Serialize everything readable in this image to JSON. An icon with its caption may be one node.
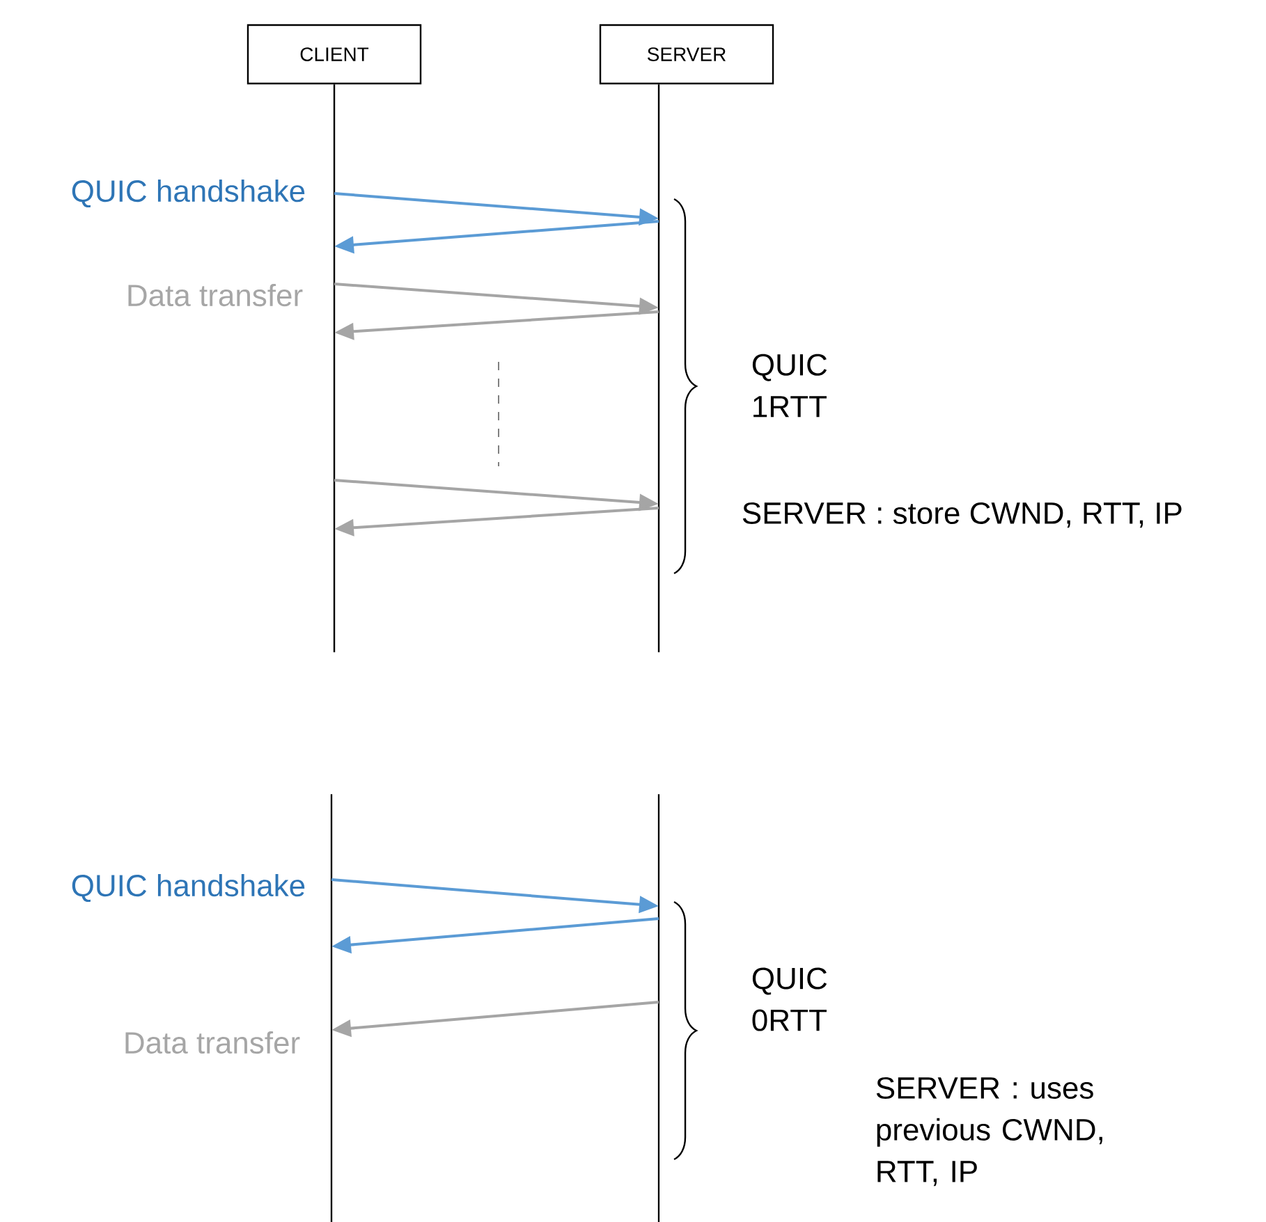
{
  "diagram": {
    "nodes": [
      {
        "text": [
          "CLIENT"
        ]
      },
      {
        "text": [
          "SERVER"
        ]
      },
      {
        "text": [],
        "shape": "lifeline"
      },
      {
        "text": [],
        "shape": "lifeline"
      },
      {
        "text": [],
        "shape": "lifeline"
      },
      {
        "text": [],
        "shape": "lifeline"
      }
    ],
    "edges": [
      {
        "from": 2,
        "to": 3,
        "arrow": "to",
        "color": "#5b9bd5"
      },
      {
        "from": 3,
        "to": 2,
        "arrow": "to",
        "color": "#5b9bd5"
      },
      {
        "from": 2,
        "to": 3,
        "arrow": "to"
      },
      {
        "from": 3,
        "to": 2,
        "arrow": "to"
      },
      {
        "from": 2,
        "to": 3,
        "arrow": "to"
      },
      {
        "from": 3,
        "to": 2,
        "arrow": "to"
      },
      {
        "from": 4,
        "to": 5,
        "arrow": "to",
        "color": "#5b9bd5"
      },
      {
        "from": 5,
        "to": 4,
        "arrow": "to",
        "color": "#5b9bd5"
      },
      {
        "from": 5,
        "to": 4,
        "arrow": "to"
      }
    ],
    "labels": [
      "QUIC handshake",
      "Data transfer",
      "QUIC 1RTT",
      "SERVER : store CWND, RTT, IP",
      "QUIC handshake",
      "Data transfer",
      "QUIC 0RTT",
      "SERVER : uses previous CWND, RTT, IP"
    ]
  }
}
